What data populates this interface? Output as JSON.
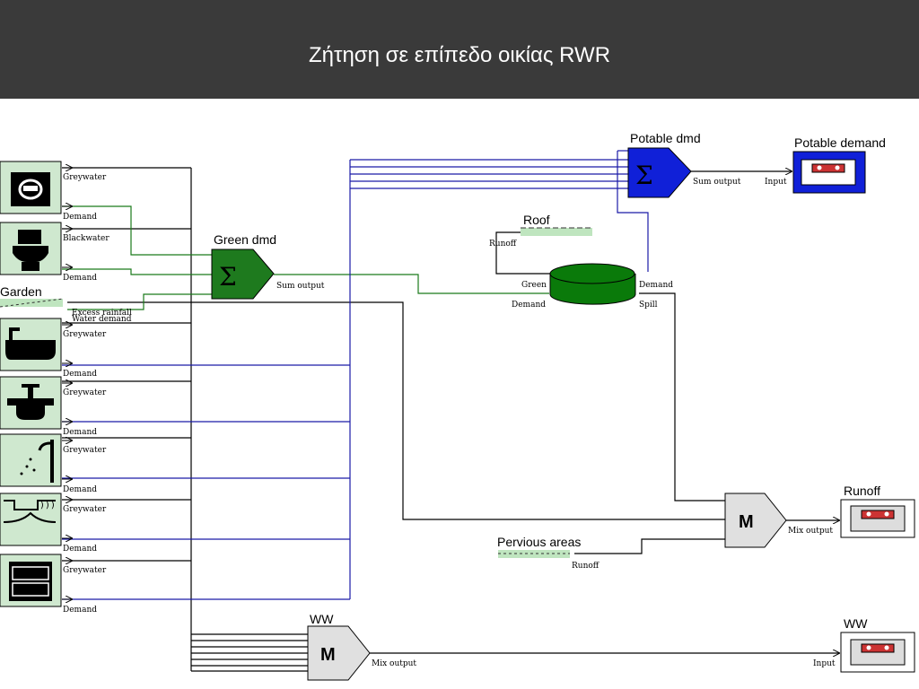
{
  "slide": {
    "title": "Ζήτηση σε επίπεδο οικίας RWR"
  },
  "colors": {
    "header": "#3a3a3a",
    "green_wire": "#1a7a1a",
    "blue_wire": "#1a1aa8",
    "sum_green": "#1e7a1e",
    "sum_blue": "#1020d8",
    "tank": "#0a7a0a",
    "appliance_bg": "#cfe8cf"
  },
  "appliances": [
    {
      "icon": "toilet-lid-icon",
      "ports": [
        "Greywater",
        "Demand"
      ]
    },
    {
      "icon": "toilet-icon",
      "ports": [
        "Blackwater",
        "Demand"
      ]
    },
    {
      "icon": "bathtub-icon",
      "ports": [
        "Greywater",
        "Demand"
      ]
    },
    {
      "icon": "sink-icon",
      "ports": [
        "Greywater",
        "Demand"
      ]
    },
    {
      "icon": "shower-icon",
      "ports": [
        "Greywater",
        "Demand"
      ]
    },
    {
      "icon": "washing-machine-icon",
      "ports": [
        "Greywater",
        "Demand"
      ]
    },
    {
      "icon": "dishwasher-icon",
      "ports": [
        "Greywater",
        "Demand"
      ]
    }
  ],
  "garden": {
    "label": "Garden",
    "ports": [
      "Excess rainfall",
      "Water demand"
    ]
  },
  "green_dmd": {
    "label": "Green dmd",
    "symbol": "Σ",
    "port": "Sum output"
  },
  "potable_dmd": {
    "label": "Potable dmd",
    "symbol": "Σ",
    "port": "Sum output"
  },
  "potable_demand": {
    "label": "Potable demand",
    "port": "Input"
  },
  "roof": {
    "label": "Roof",
    "port": "Runoff"
  },
  "tank": {
    "ports": [
      "Green",
      "Demand",
      "Demand",
      "Spill"
    ]
  },
  "runoff_mixer": {
    "symbol": "M",
    "port": "Mix output"
  },
  "runoff_sink": {
    "label": "Runoff"
  },
  "pervious": {
    "label": "Pervious areas",
    "port": "Runoff"
  },
  "ww_mixer": {
    "label": "WW",
    "symbol": "M",
    "port": "Mix output"
  },
  "ww_sink": {
    "label": "WW",
    "port": "Input"
  }
}
